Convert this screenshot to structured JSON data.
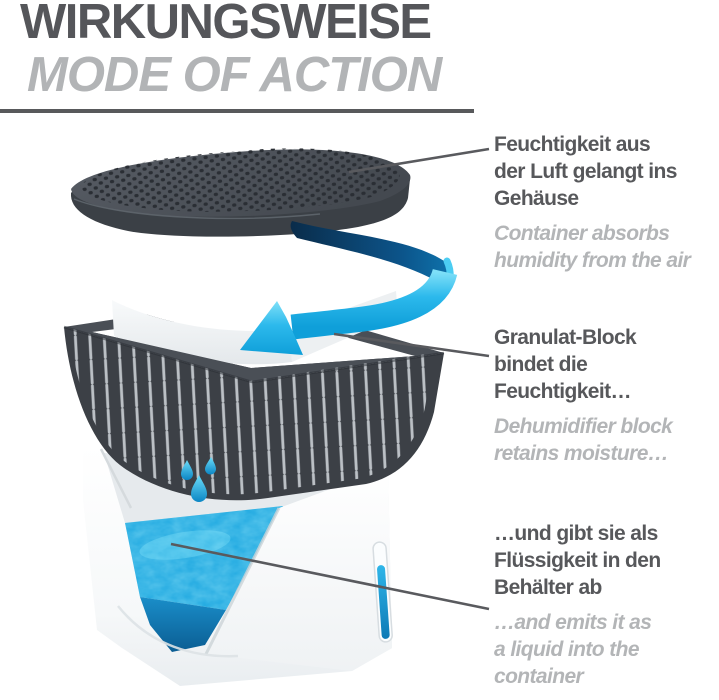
{
  "header": {
    "title_de": "WIRKUNGSWEISE",
    "title_en": "MODE OF ACTION"
  },
  "annotations": [
    {
      "de_lines": [
        "Feuchtigkeit aus",
        "der Luft gelangt ins",
        "Gehäuse"
      ],
      "en_lines": [
        "Container absorbs",
        "humidity from the air"
      ]
    },
    {
      "de_lines": [
        "Granulat-Block",
        "bindet die",
        "Feuchtigkeit…"
      ],
      "en_lines": [
        "Dehumidifier block",
        "retains moisture…"
      ]
    },
    {
      "de_lines": [
        "…und gibt sie als",
        "Flüssigkeit in den",
        "Behälter ab"
      ],
      "en_lines": [
        "…and emits it as",
        "a liquid into the",
        "container"
      ]
    }
  ],
  "colors": {
    "heading_primary": "#55565a",
    "heading_secondary": "#b2b4b6",
    "text_german": "#57585b",
    "text_english": "#b3b5b7",
    "leader_line": "#595a5e",
    "plastic_dark_gray": "#42464d",
    "accent_cyan": "#29b7ea",
    "accent_navy": "#0b3a5e",
    "water_blue": "#1ea8e0"
  }
}
